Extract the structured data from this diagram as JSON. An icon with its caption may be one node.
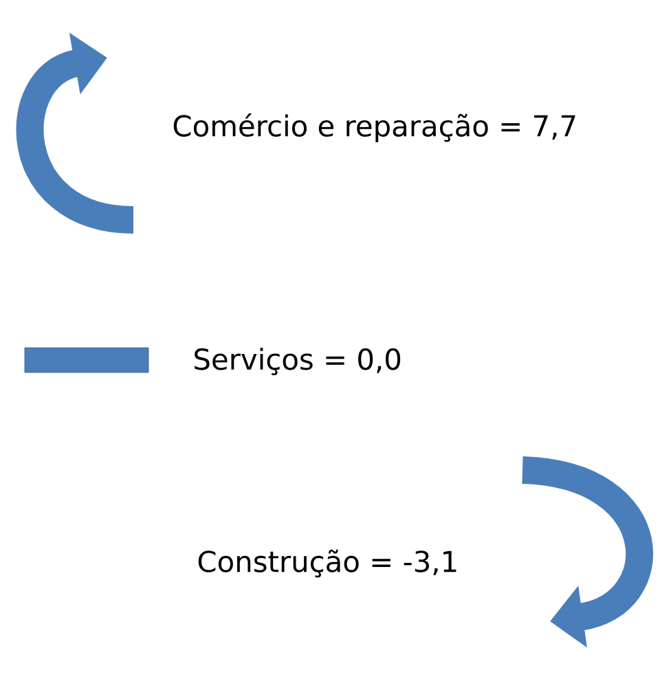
{
  "diagram": {
    "labels": [
      "Comércio e reparação = 7,7",
      "Serviços = 0,0",
      "Construção = -3,1"
    ]
  }
}
